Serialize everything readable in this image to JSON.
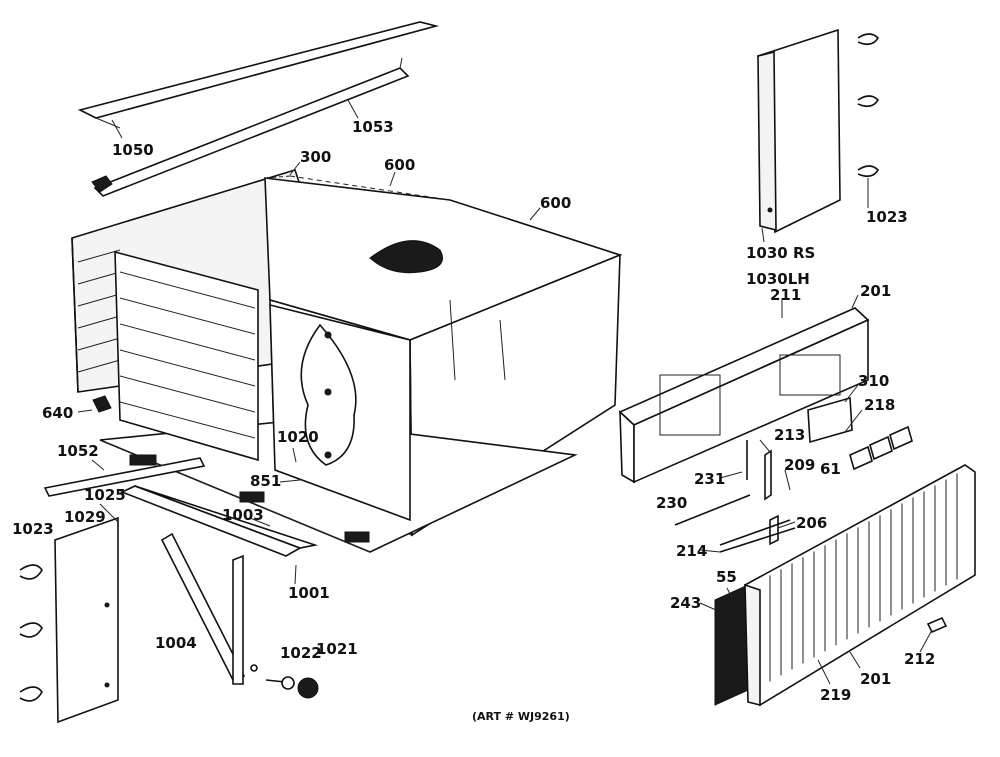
{
  "parts": {
    "p1050": "1050",
    "p1053": "1053",
    "p300": "300",
    "p600a": "600",
    "p600b": "600",
    "p640": "640",
    "p1052": "1052",
    "p1020": "1020",
    "p851": "851",
    "p1025": "1025",
    "p1029": "1029",
    "p1023a": "1023",
    "p1003": "1003",
    "p1001": "1001",
    "p1004": "1004",
    "p1022": "1022",
    "p1021": "1021",
    "p1030rs": "1030 RS",
    "p1030lh": "1030LH",
    "p1023b": "1023",
    "p211": "211",
    "p201a": "201",
    "p310": "310",
    "p218": "218",
    "p213": "213",
    "p61": "61",
    "p231": "231",
    "p209": "209",
    "p230": "230",
    "p206": "206",
    "p214": "214",
    "p55": "55",
    "p243": "243",
    "p212": "212",
    "p219": "219",
    "p201b": "201"
  },
  "art_number": "(ART # WJ9261)"
}
